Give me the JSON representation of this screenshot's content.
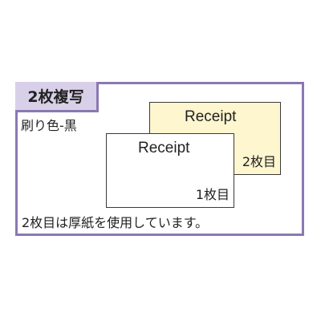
{
  "badge": {
    "label": "2枚複写"
  },
  "ink_color": {
    "label": "刷り色-黒"
  },
  "sheets": {
    "back": {
      "title": "Receipt",
      "number": "2枚目"
    },
    "front": {
      "title": "Receipt",
      "number": "1枚目"
    }
  },
  "note": {
    "text": "2枚目は厚紙を使用しています。"
  },
  "colors": {
    "frame_border": "#8b78b2",
    "badge_background": "#d8d0e8",
    "back_sheet_fill": "#fdf6cf",
    "front_sheet_fill": "#ffffff"
  }
}
